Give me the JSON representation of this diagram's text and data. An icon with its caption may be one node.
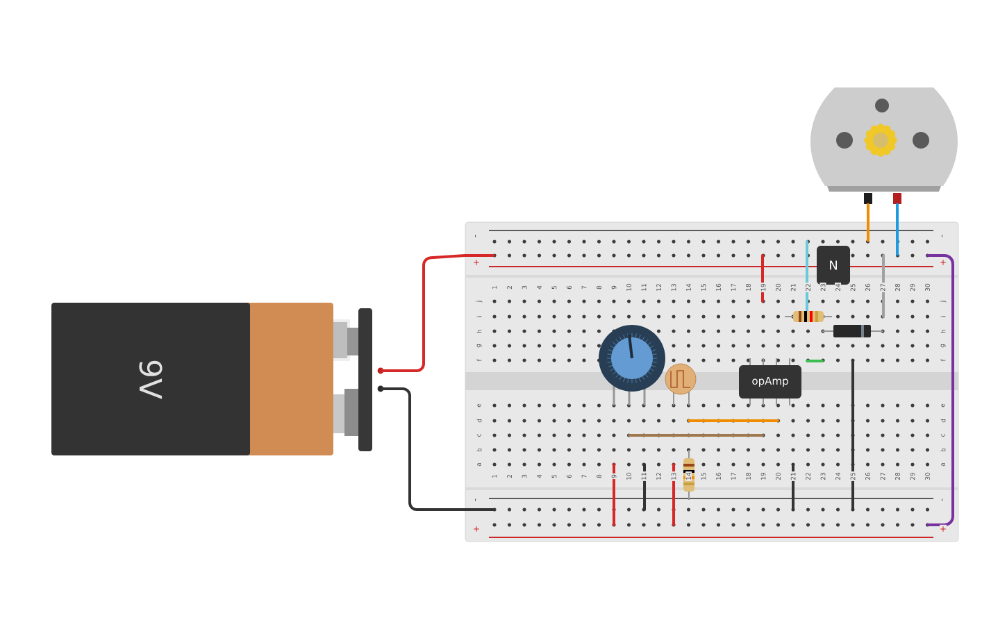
{
  "diagram": {
    "nodes": [
      {
        "text": [],
        "shape": "box"
      },
      {
        "text": [
          "9V"
        ]
      },
      {
        "text": [],
        "shape": "picture"
      },
      {
        "text": [
          "N"
        ],
        "in": 0
      },
      {
        "text": [
          "opAmp"
        ],
        "in": 0
      }
    ],
    "edges": [
      {
        "from": 1,
        "to": 0,
        "arrow": "none",
        "color": "#d62828"
      },
      {
        "from": 1,
        "to": 0,
        "arrow": "none",
        "color": "#333333"
      },
      {
        "from": 2,
        "to": 0,
        "arrow": "none",
        "color": "#f08c00"
      },
      {
        "from": 2,
        "to": 0,
        "arrow": "none",
        "color": "#1e9be0"
      }
    ],
    "labels": [
      "-",
      "-",
      "+",
      "+",
      "1",
      "2",
      "3",
      "4",
      "5",
      "6",
      "7",
      "8",
      "9",
      "10",
      "11",
      "12",
      "13",
      "14",
      "15",
      "16",
      "17",
      "18",
      "19",
      "20",
      "21",
      "22",
      "23",
      "24",
      "25",
      "26",
      "27",
      "28",
      "29",
      "30",
      "j",
      "j",
      "i",
      "i",
      "h",
      "h",
      "g",
      "g",
      "f",
      "f",
      "e",
      "e",
      "d",
      "d",
      "c",
      "c",
      "b",
      "b",
      "a",
      "a",
      "1",
      "2",
      "3",
      "4",
      "5",
      "6",
      "7",
      "8",
      "9",
      "10",
      "11",
      "12",
      "13",
      "14",
      "15",
      "16",
      "17",
      "18",
      "19",
      "20",
      "21",
      "22",
      "23",
      "24",
      "25",
      "26",
      "27",
      "28",
      "29",
      "30",
      "-",
      "-",
      "+",
      "+"
    ]
  }
}
